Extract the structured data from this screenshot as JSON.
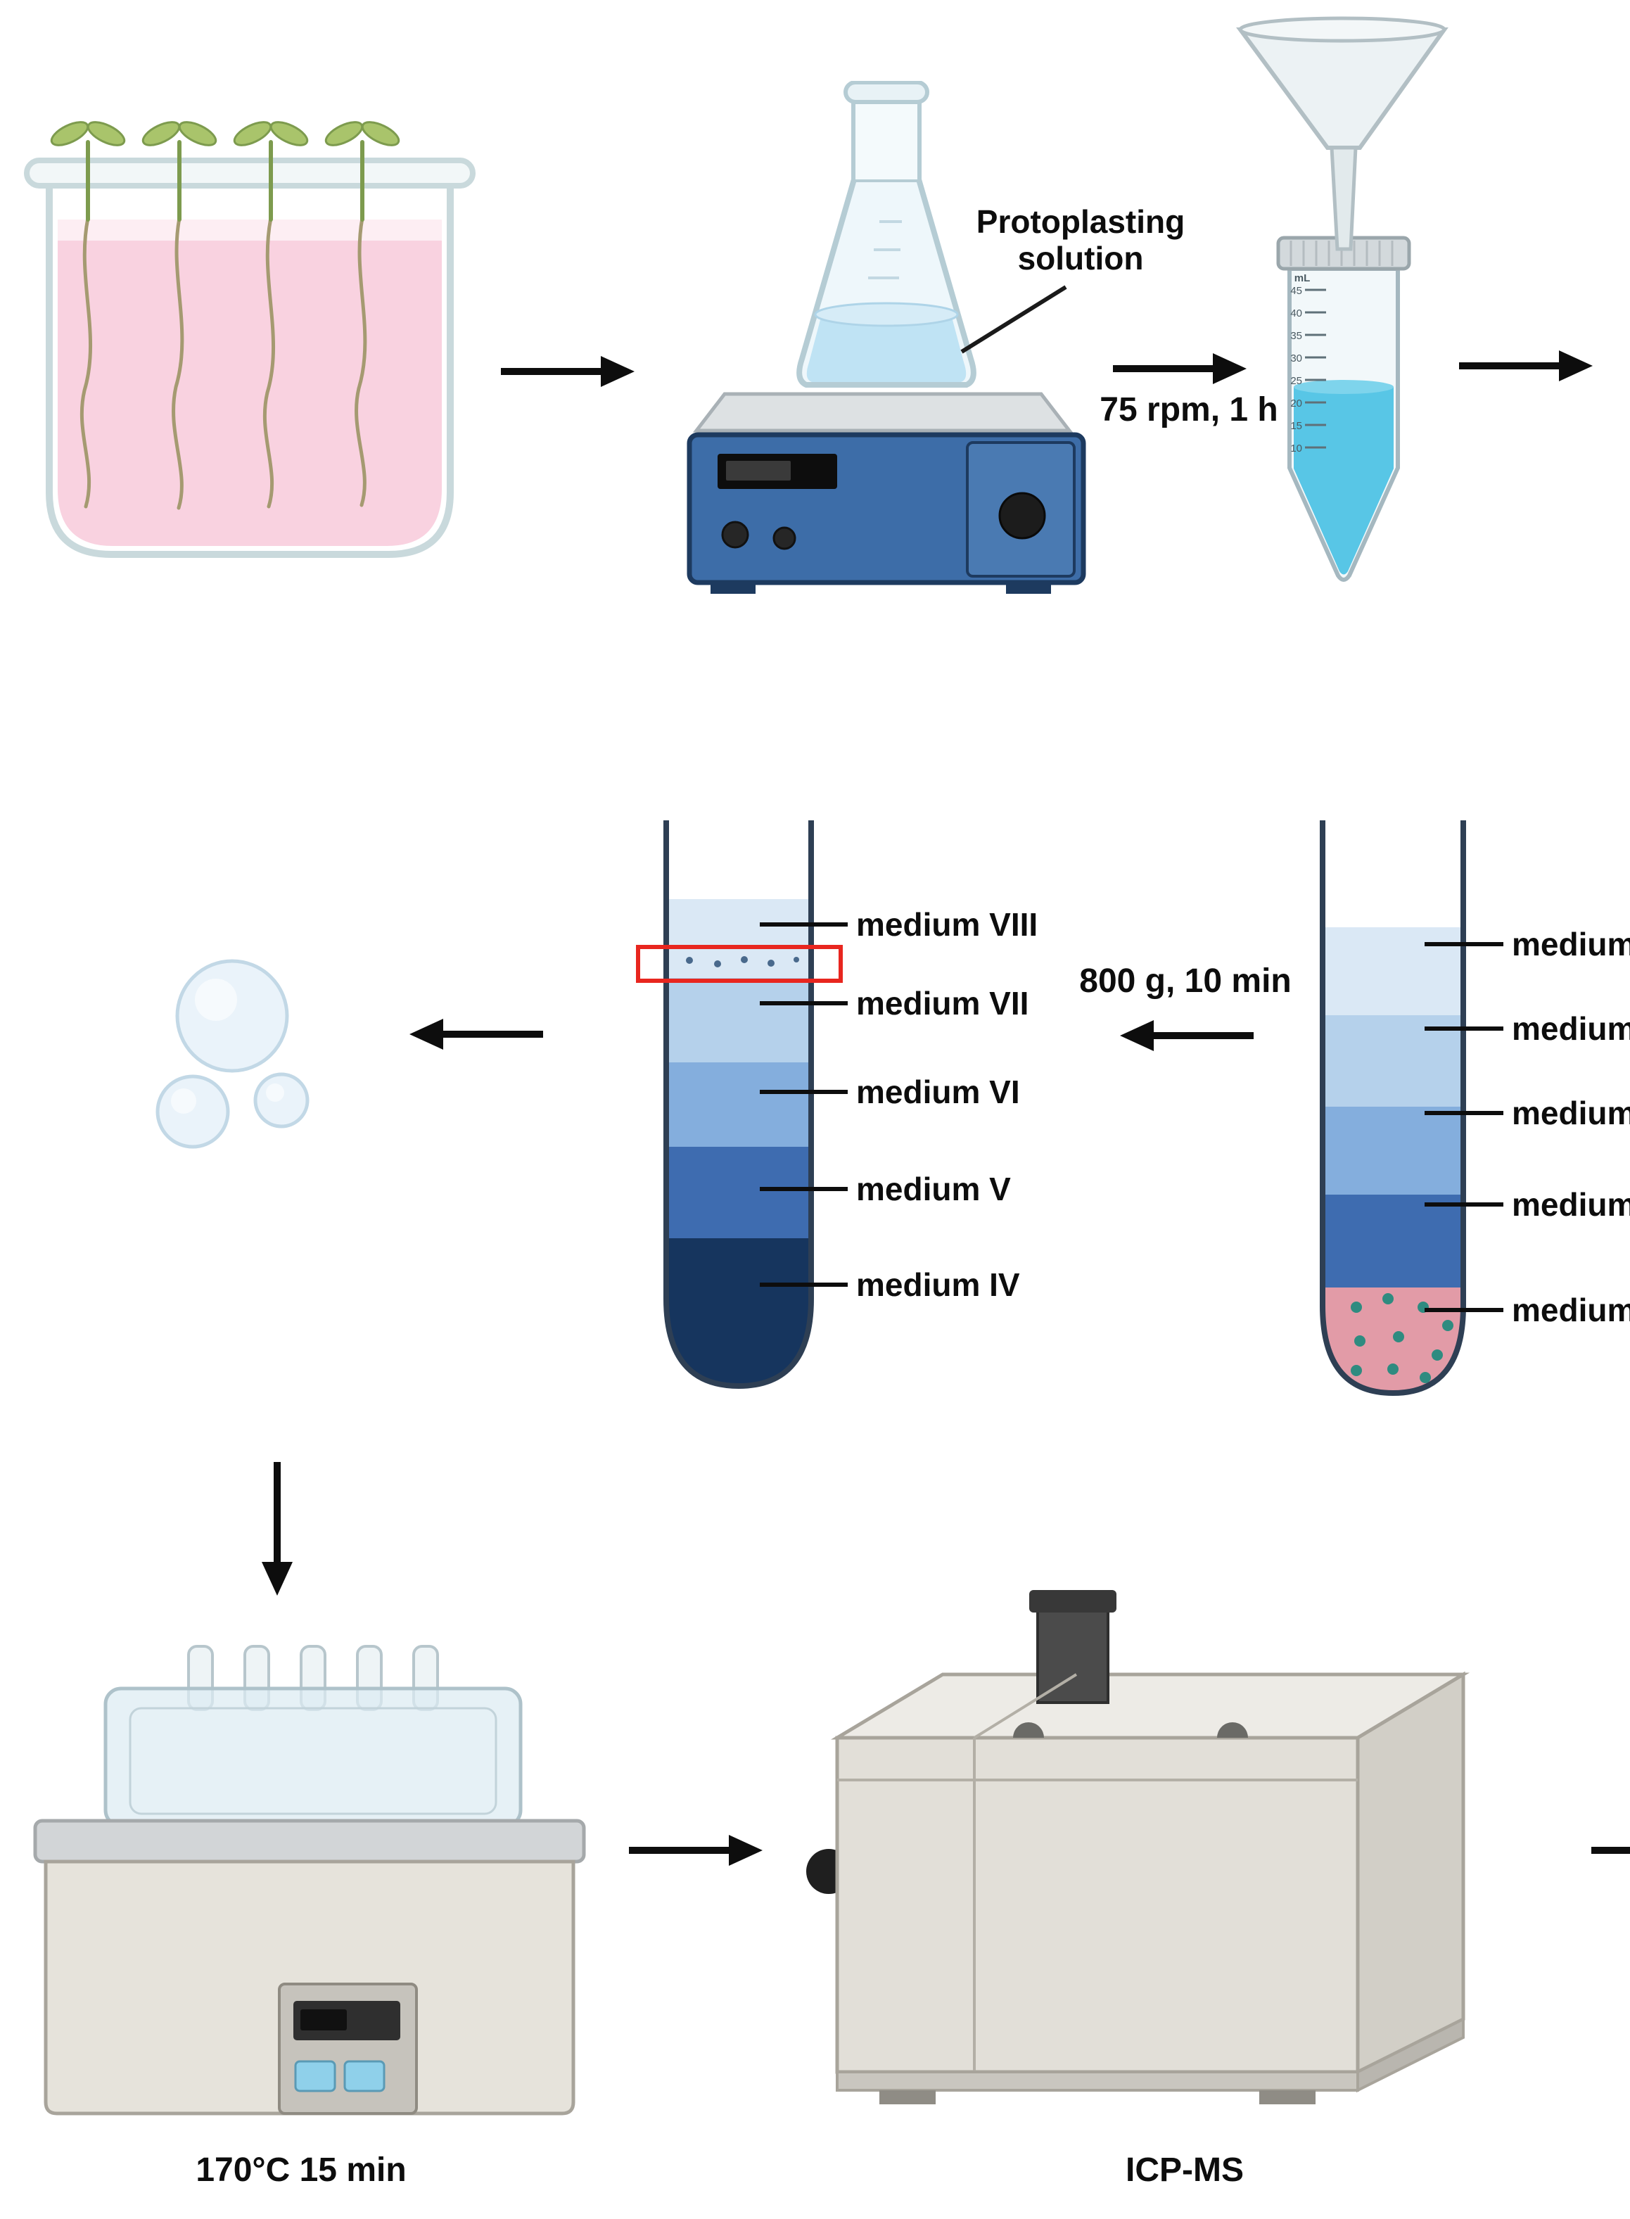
{
  "captions": {
    "protoplasting_line1": "Protoplasting",
    "protoplasting_line2": "solution",
    "shake": "75 rpm, 1 h",
    "centrifuge": "800 g, 10 min",
    "digestion": "170°C 15 min",
    "instrument": "ICP-MS"
  },
  "falcon_tube": {
    "unit": "mL",
    "scale": [
      "45",
      "40",
      "35",
      "30",
      "25",
      "20",
      "15",
      "10"
    ]
  },
  "gradient_tube": {
    "labels": [
      "medium VIII",
      "medium VII",
      "medium VI",
      "medium V",
      "medium IV"
    ],
    "highlight_color": "#e8261f"
  },
  "loaded_tube": {
    "labels": [
      "medium",
      "medium",
      "medium",
      "medium",
      "medium"
    ]
  },
  "colors": {
    "arrow": "#0d0d0d",
    "medium_viii": "#dae8f5",
    "medium_vii": "#b5d1eb",
    "medium_vi": "#84aedd",
    "medium_v": "#3e6cb0",
    "medium_iv": "#16355e",
    "pellet_pink": "#e29ba7",
    "pellet_dot_teal": "#2f8b80",
    "falcon_liquid": "#58c6e6",
    "culture_medium_pink": "#f9d2e0",
    "stirrer_blue": "#3d6da8"
  }
}
